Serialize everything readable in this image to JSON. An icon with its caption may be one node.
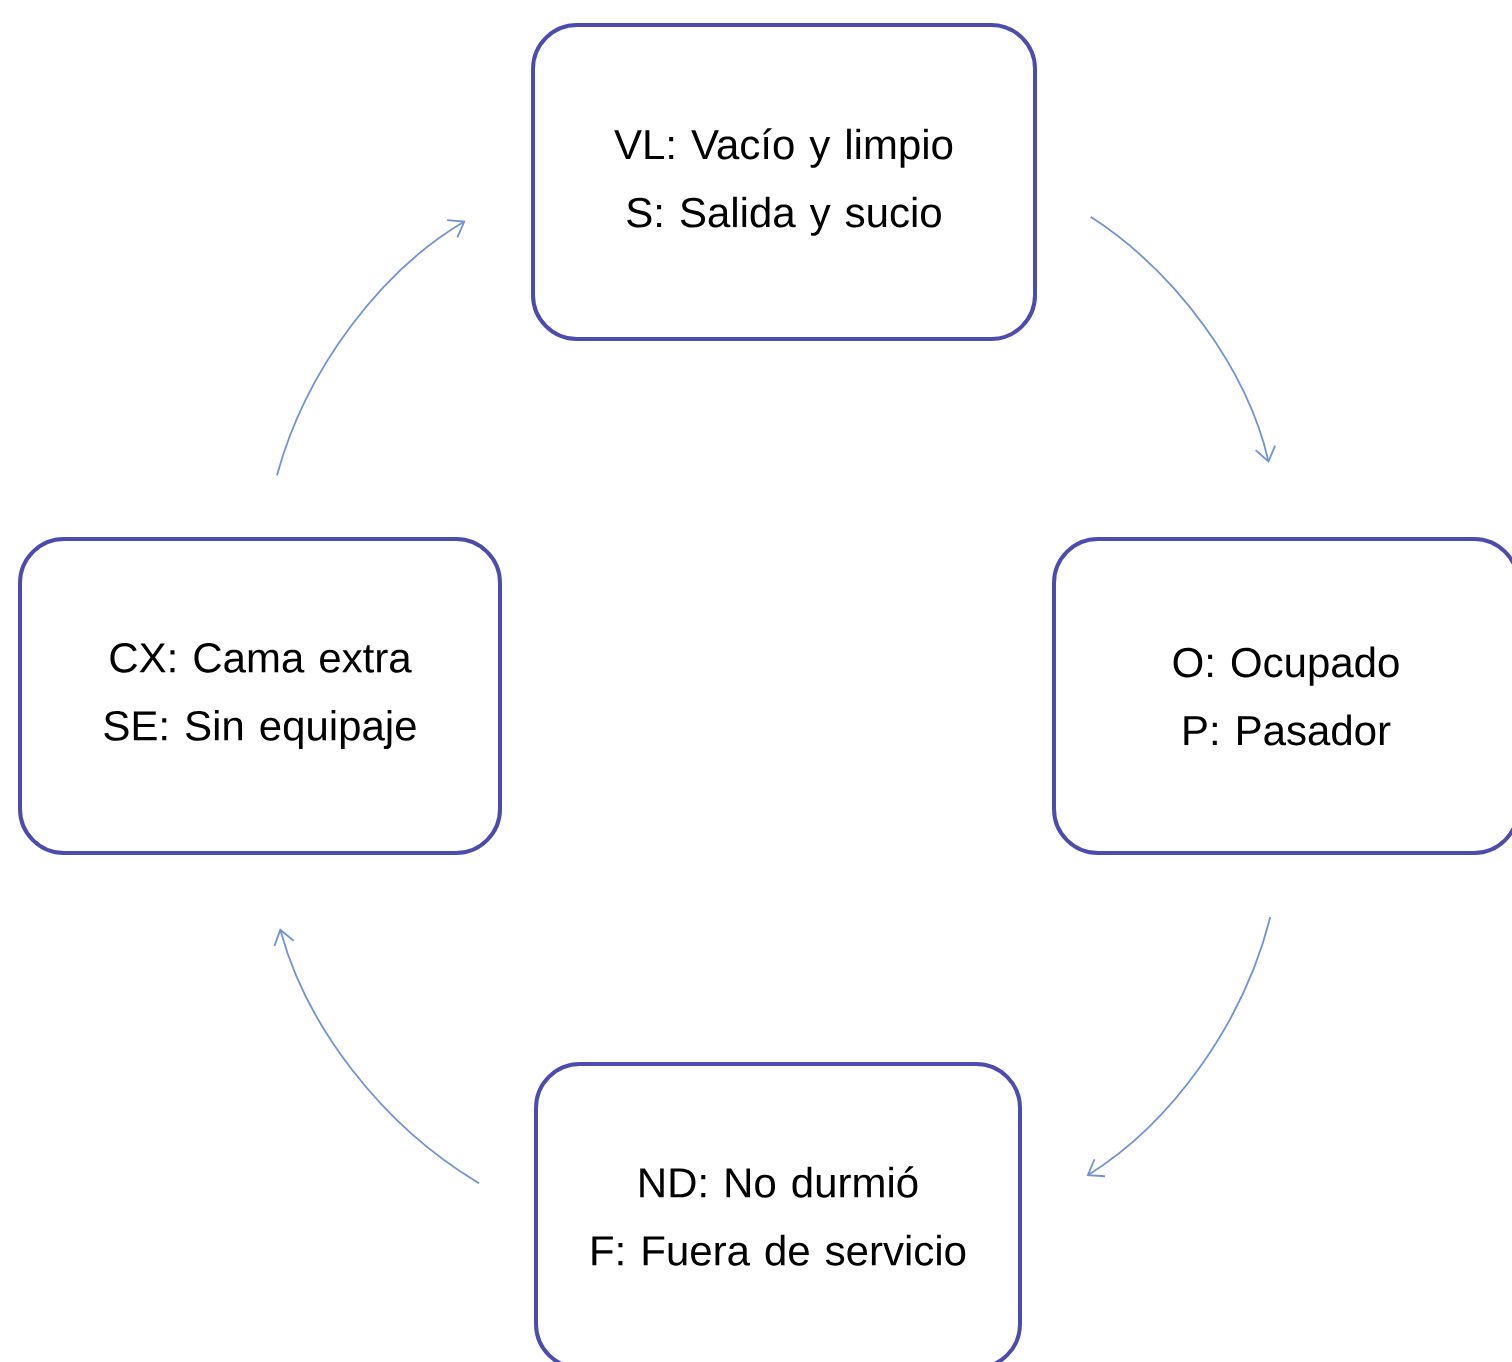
{
  "diagram": {
    "nodes": [
      {
        "text": [
          "VL: Vacío y limpio",
          "S: Salida y sucio"
        ]
      },
      {
        "text": [
          "O: Ocupado",
          "P: Pasador"
        ]
      },
      {
        "text": [
          "ND: No durmió",
          "F: Fuera de servicio"
        ]
      },
      {
        "text": [
          "CX: Cama extra",
          "SE: Sin equipaje"
        ]
      }
    ],
    "edges": [
      {
        "from": 0,
        "to": 1,
        "arrow": "to"
      },
      {
        "from": 1,
        "to": 2,
        "arrow": "to"
      },
      {
        "from": 2,
        "to": 3,
        "arrow": "to"
      },
      {
        "from": 3,
        "to": 0,
        "arrow": "to"
      }
    ]
  }
}
